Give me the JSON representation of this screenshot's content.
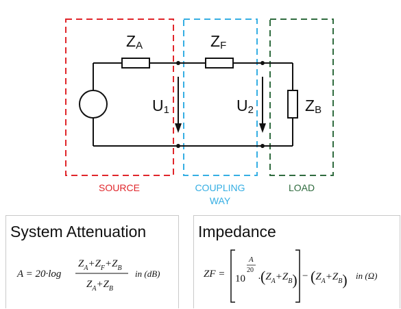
{
  "diagram": {
    "sections": [
      {
        "label": "SOURCE",
        "color": "#e0252a"
      },
      {
        "label": "COUPLING",
        "label2": "WAY",
        "color": "#35aee3"
      },
      {
        "label": "LOAD",
        "color": "#2f6b3e"
      }
    ],
    "components": {
      "za": {
        "main": "Z",
        "sub": "A"
      },
      "zf": {
        "main": "Z",
        "sub": "F"
      },
      "zb": {
        "main": "Z",
        "sub": "B"
      }
    },
    "voltages": {
      "u1": {
        "main": "U",
        "sub": "1"
      },
      "u2": {
        "main": "U",
        "sub": "2"
      }
    }
  },
  "attenuation": {
    "title": "System Attenuation",
    "lhs": "A = 20·log",
    "unit": "in  (dB)"
  },
  "impedance": {
    "title": "Impedance",
    "lhs": "ZF =",
    "unit": "in  (Ω)"
  }
}
